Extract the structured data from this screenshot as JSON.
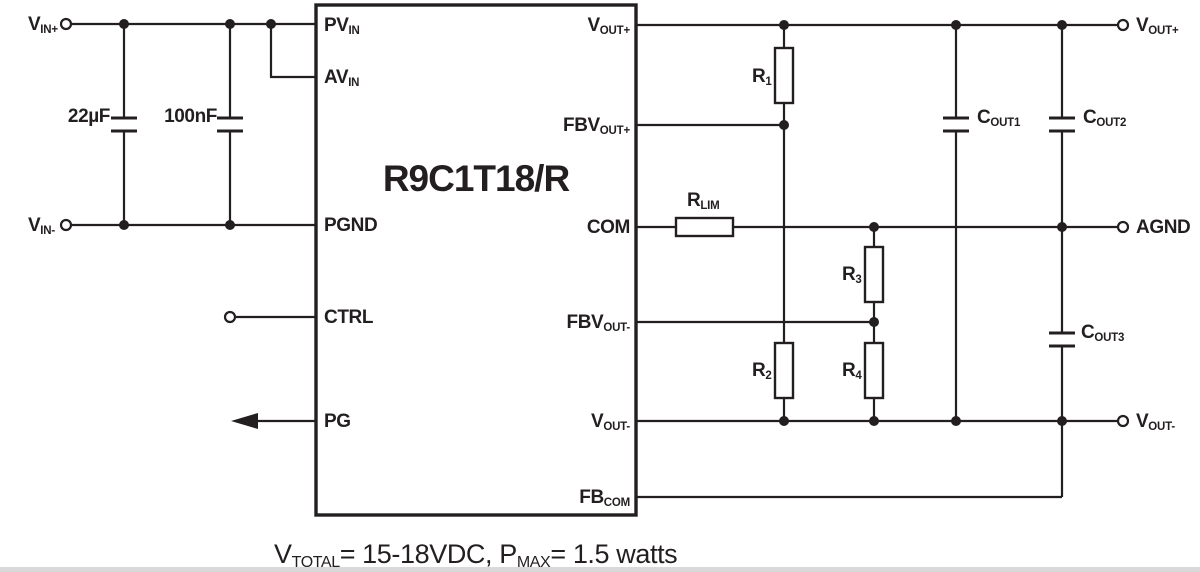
{
  "colors": {
    "ink": "#231f20",
    "background": "#ffffff",
    "bottom_strip": "#d9d9d9"
  },
  "ic": {
    "title": "R9C1T18/R",
    "pins_left": [
      {
        "main": "PV",
        "sub": "IN"
      },
      {
        "main": "AV",
        "sub": "IN"
      },
      {
        "main": "PGND",
        "sub": ""
      },
      {
        "main": "CTRL",
        "sub": ""
      },
      {
        "main": "PG",
        "sub": ""
      }
    ],
    "pins_right": [
      {
        "main": "V",
        "sub": "OUT+"
      },
      {
        "main": "FBV",
        "sub": "OUT+"
      },
      {
        "main": "COM",
        "sub": ""
      },
      {
        "main": "FBV",
        "sub": "OUT-"
      },
      {
        "main": "V",
        "sub": "OUT-"
      },
      {
        "main": "FB",
        "sub": "COM"
      }
    ]
  },
  "terminals": {
    "vin_plus": {
      "main": "V",
      "sub": "IN+"
    },
    "vin_minus": {
      "main": "V",
      "sub": "IN-"
    },
    "vout_plus": {
      "main": "V",
      "sub": "OUT+"
    },
    "agnd": {
      "main": "AGND",
      "sub": ""
    },
    "vout_minus": {
      "main": "V",
      "sub": "OUT-"
    }
  },
  "components": {
    "cin1": {
      "label": "22µF"
    },
    "cin2": {
      "label": "100nF"
    },
    "r1": {
      "main": "R",
      "sub": "1"
    },
    "r2": {
      "main": "R",
      "sub": "2"
    },
    "r3": {
      "main": "R",
      "sub": "3"
    },
    "r4": {
      "main": "R",
      "sub": "4"
    },
    "rlim": {
      "main": "R",
      "sub": "LIM"
    },
    "cout1": {
      "main": "C",
      "sub": "OUT1"
    },
    "cout2": {
      "main": "C",
      "sub": "OUT2"
    },
    "cout3": {
      "main": "C",
      "sub": "OUT3"
    }
  },
  "caption": {
    "v_main": "V",
    "v_sub": "TOTAL",
    "middle": "= 15-18VDC, P",
    "p_sub": "MAX",
    "end": "= 1.5 watts"
  }
}
